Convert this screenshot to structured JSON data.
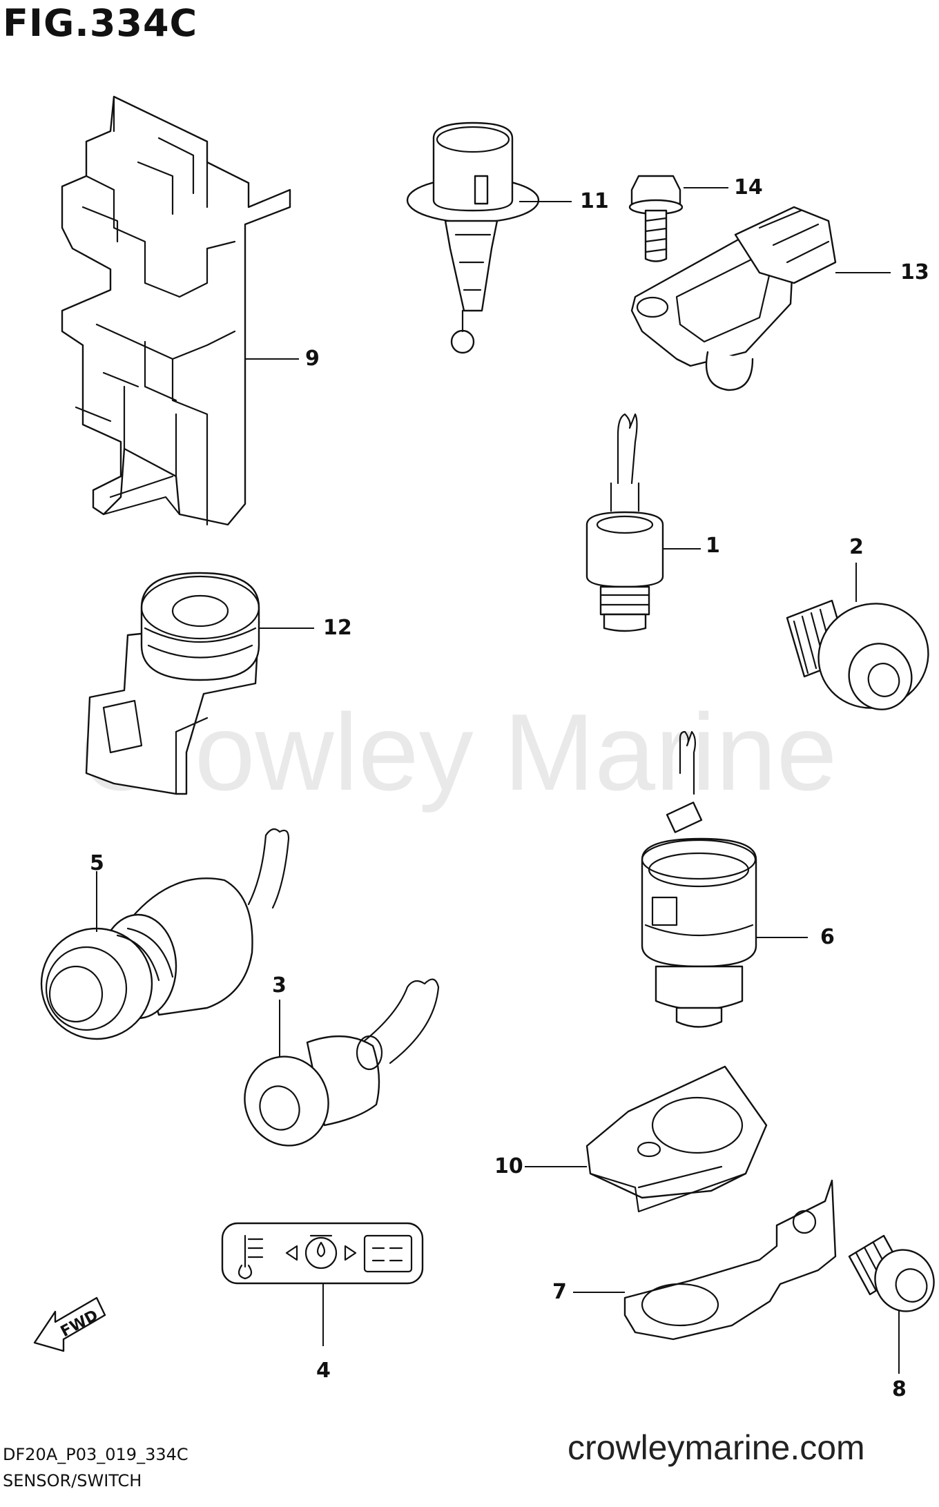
{
  "figure": {
    "title": "FIG.334C",
    "code": "DF20A_P03_019_334C",
    "caption": "SENSOR/SWITCH"
  },
  "watermark": "Crowley Marine",
  "site_url": "crowleymarine.com",
  "fwd_label": "FWD",
  "callouts": {
    "c1": "1",
    "c2": "2",
    "c3": "3",
    "c4": "4",
    "c5": "5",
    "c6": "6",
    "c7": "7",
    "c8": "8",
    "c9": "9",
    "c10": "10",
    "c11": "11",
    "c12": "12",
    "c13": "13",
    "c14": "14"
  }
}
